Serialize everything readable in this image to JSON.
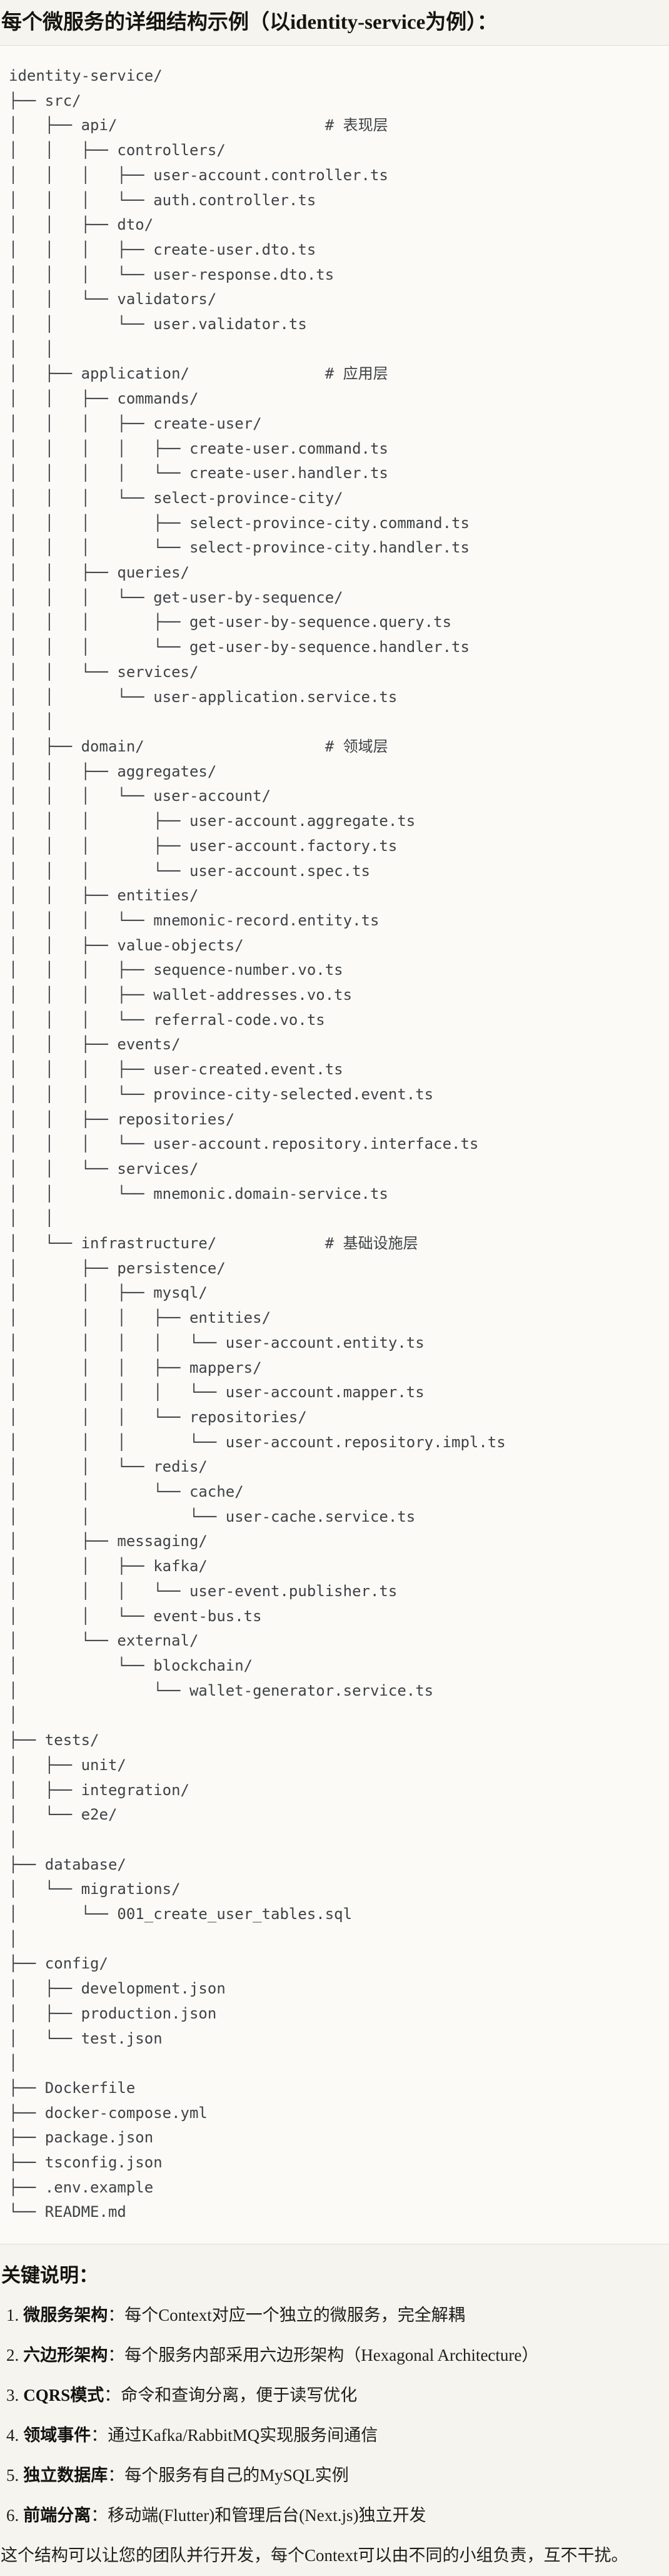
{
  "colors": {
    "page_bg": "#F5F4EE",
    "code_bg": "#FBFAF7",
    "code_border": "#DFDDD6",
    "code_text": "#3F4245",
    "text": "#1B1B17"
  },
  "header": {
    "title": "每个微服务的详细结构示例（以identity-service为例）："
  },
  "code": {
    "lines": [
      "identity-service/",
      "├── src/",
      "│   ├── api/                       # 表现层",
      "│   │   ├── controllers/",
      "│   │   │   ├── user-account.controller.ts",
      "│   │   │   └── auth.controller.ts",
      "│   │   ├── dto/",
      "│   │   │   ├── create-user.dto.ts",
      "│   │   │   └── user-response.dto.ts",
      "│   │   └── validators/",
      "│   │       └── user.validator.ts",
      "│   │",
      "│   ├── application/               # 应用层",
      "│   │   ├── commands/",
      "│   │   │   ├── create-user/",
      "│   │   │   │   ├── create-user.command.ts",
      "│   │   │   │   └── create-user.handler.ts",
      "│   │   │   └── select-province-city/",
      "│   │   │       ├── select-province-city.command.ts",
      "│   │   │       └── select-province-city.handler.ts",
      "│   │   ├── queries/",
      "│   │   │   └── get-user-by-sequence/",
      "│   │   │       ├── get-user-by-sequence.query.ts",
      "│   │   │       └── get-user-by-sequence.handler.ts",
      "│   │   └── services/",
      "│   │       └── user-application.service.ts",
      "│   │",
      "│   ├── domain/                    # 领域层",
      "│   │   ├── aggregates/",
      "│   │   │   └── user-account/",
      "│   │   │       ├── user-account.aggregate.ts",
      "│   │   │       ├── user-account.factory.ts",
      "│   │   │       └── user-account.spec.ts",
      "│   │   ├── entities/",
      "│   │   │   └── mnemonic-record.entity.ts",
      "│   │   ├── value-objects/",
      "│   │   │   ├── sequence-number.vo.ts",
      "│   │   │   ├── wallet-addresses.vo.ts",
      "│   │   │   └── referral-code.vo.ts",
      "│   │   ├── events/",
      "│   │   │   ├── user-created.event.ts",
      "│   │   │   └── province-city-selected.event.ts",
      "│   │   ├── repositories/",
      "│   │   │   └── user-account.repository.interface.ts",
      "│   │   └── services/",
      "│   │       └── mnemonic.domain-service.ts",
      "│   │",
      "│   └── infrastructure/            # 基础设施层",
      "│       ├── persistence/",
      "│       │   ├── mysql/",
      "│       │   │   ├── entities/",
      "│       │   │   │   └── user-account.entity.ts",
      "│       │   │   ├── mappers/",
      "│       │   │   │   └── user-account.mapper.ts",
      "│       │   │   └── repositories/",
      "│       │   │       └── user-account.repository.impl.ts",
      "│       │   └── redis/",
      "│       │       └── cache/",
      "│       │           └── user-cache.service.ts",
      "│       ├── messaging/",
      "│       │   ├── kafka/",
      "│       │   │   └── user-event.publisher.ts",
      "│       │   └── event-bus.ts",
      "│       └── external/",
      "│           └── blockchain/",
      "│               └── wallet-generator.service.ts",
      "│",
      "├── tests/",
      "│   ├── unit/",
      "│   ├── integration/",
      "│   └── e2e/",
      "│",
      "├── database/",
      "│   └── migrations/",
      "│       └── 001_create_user_tables.sql",
      "│",
      "├── config/",
      "│   ├── development.json",
      "│   ├── production.json",
      "│   └── test.json",
      "│",
      "├── Dockerfile",
      "├── docker-compose.yml",
      "├── package.json",
      "├── tsconfig.json",
      "├── .env.example",
      "└── README.md"
    ]
  },
  "notes": {
    "heading": "关键说明：",
    "items": [
      {
        "num": "1.",
        "label": "微服务架构",
        "desc": "：每个Context对应一个独立的微服务，完全解耦"
      },
      {
        "num": "2.",
        "label": "六边形架构",
        "desc": "：每个服务内部采用六边形架构（Hexagonal Architecture）"
      },
      {
        "num": "3.",
        "label": "CQRS模式",
        "desc": "：命令和查询分离，便于读写优化"
      },
      {
        "num": "4.",
        "label": "领域事件",
        "desc": "：通过Kafka/RabbitMQ实现服务间通信"
      },
      {
        "num": "5.",
        "label": "独立数据库",
        "desc": "：每个服务有自己的MySQL实例"
      },
      {
        "num": "6.",
        "label": "前端分离",
        "desc": "：移动端(Flutter)和管理后台(Next.js)独立开发"
      }
    ]
  },
  "closing": "这个结构可以让您的团队并行开发，每个Context可以由不同的小组负责，互不干扰。"
}
